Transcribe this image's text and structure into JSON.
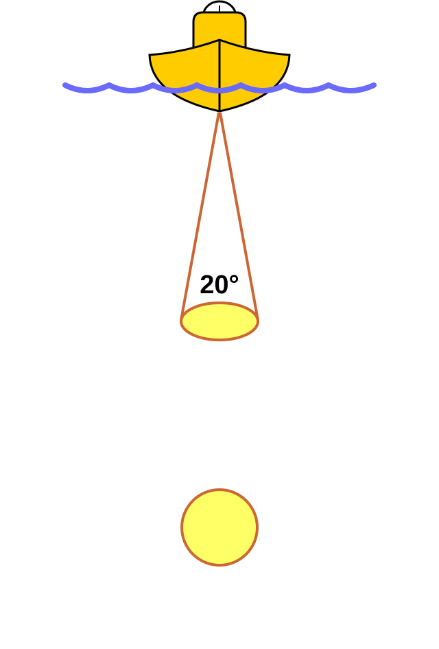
{
  "diagram": {
    "beam_angle_label": "20°",
    "colors": {
      "boat_hull": "#ffcc00",
      "boat_outline": "#000000",
      "water": "#6a6aff",
      "beam_cone": "#cc6633",
      "beam_footprint_fill": "#ffff66",
      "background": "#ffffff"
    },
    "icons": [
      "boat-icon",
      "cabin-window-icon",
      "water-wave",
      "sonar-beam-cone",
      "beam-footprint-ellipse",
      "beam-footprint-circle"
    ]
  }
}
